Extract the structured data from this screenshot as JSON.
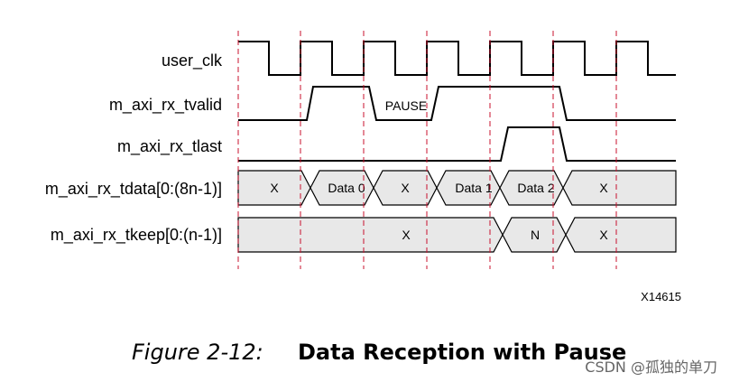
{
  "signals": {
    "user_clk": "user_clk",
    "tvalid": "m_axi_rx_tvalid",
    "tlast": "m_axi_rx_tlast",
    "tdata": "m_axi_rx_tdata[0:(8n-1)]",
    "tkeep": "m_axi_rx_tkeep[0:(n-1)]"
  },
  "annotation": {
    "pause": "PAUSE"
  },
  "tdata_values": [
    "X",
    "Data 0",
    "X",
    "Data 1",
    "Data 2",
    "X"
  ],
  "tkeep_values": [
    "X",
    "N",
    "X"
  ],
  "figure_id": "X14615",
  "caption": {
    "prefix": "Figure 2-12:",
    "title": "Data Reception with Pause"
  },
  "watermark": "CSDN @孤独的单刀",
  "colors": {
    "guide_line": "#c8102e",
    "bus_fill": "#e8e8e8"
  }
}
